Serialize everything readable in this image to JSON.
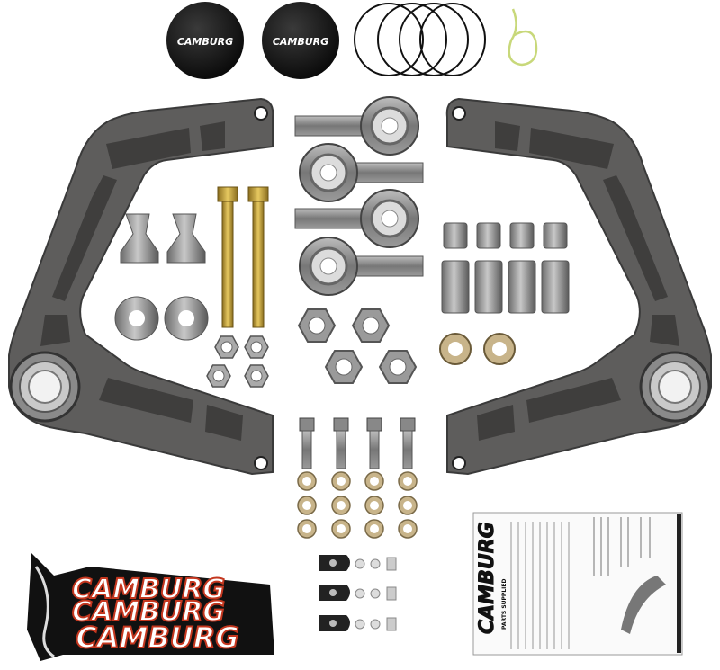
{
  "brand": "CAMBURG",
  "instruction_sheet": {
    "brand": "CAMBURG",
    "heading": "PARTS SUPPLIED"
  },
  "colors": {
    "arm": "#5e5d5c",
    "arm_recess": "#3f3e3d",
    "cap": "#111111",
    "sticker_red": "#c4371f",
    "bolt_gold": "#c9a63a",
    "cable_green": "#c8d87a"
  }
}
